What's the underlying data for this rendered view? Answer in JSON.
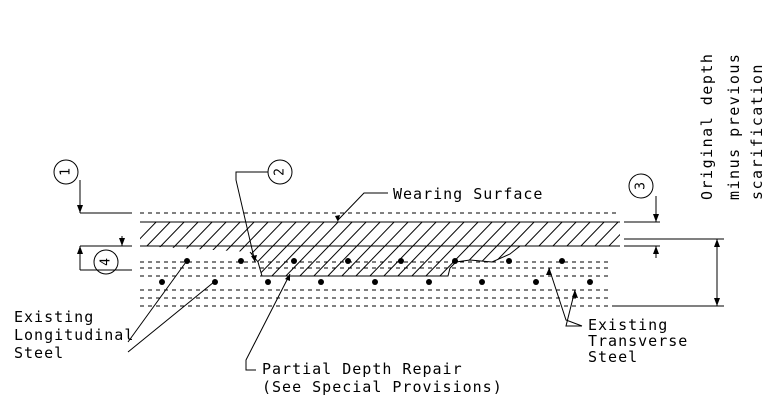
{
  "callouts": {
    "c1": "1",
    "c2": "2",
    "c3": "3",
    "c4": "4"
  },
  "labels": {
    "wearing_surface": "Wearing Surface",
    "existing_longitudinal": [
      "Existing",
      "Longitudinal",
      "Steel"
    ],
    "existing_transverse": [
      "Existing",
      "Transverse",
      "Steel"
    ],
    "partial_depth_repair": [
      "Partial Depth Repair",
      "(See Special Provisions)"
    ],
    "vertical_note_1": "Original depth",
    "vertical_note_2": "minus previous",
    "vertical_note_3": "scarification"
  }
}
